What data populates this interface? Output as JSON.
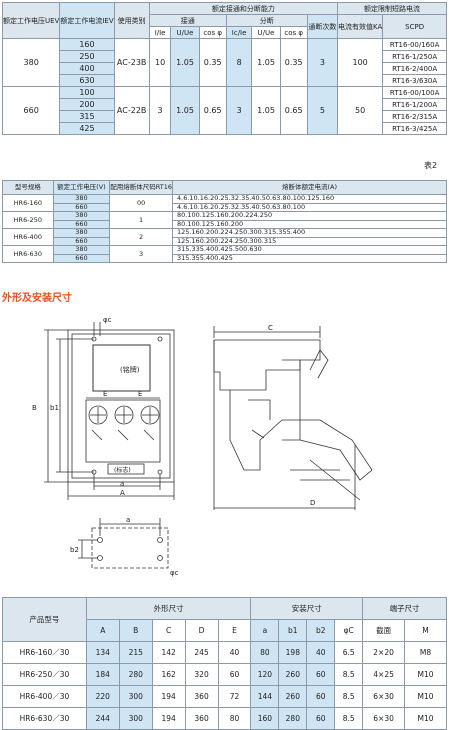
{
  "table1": {
    "h_uev": "额定工作电压UEV",
    "h_iev": "额定工作电流IEV",
    "h_cat": "使用类别",
    "h_make_break": "额定接通和分断能力",
    "h_make": "接通",
    "h_break": "分断",
    "h_ops": "通断次数",
    "h_scpd_group": "额定限制短路电流",
    "h_ka": "电流有效值KA",
    "h_scpd": "SCPD",
    "sub": [
      "I/Ie",
      "U/Ue",
      "cos φ",
      "Ic/Ie",
      "U/Ue",
      "cos φ"
    ],
    "groups": [
      {
        "uev": "380",
        "iev": [
          "160",
          "250",
          "400",
          "630"
        ],
        "cat": "AC-23B",
        "make_i": "10",
        "make_u": "1.05",
        "make_cos": "0.35",
        "brk_i": "8",
        "brk_u": "1.05",
        "brk_cos": "0.35",
        "ops": "3",
        "ka": "100",
        "scpd": [
          "RT16-00/160A",
          "RT16-1/250A",
          "RT16-2/400A",
          "RT16-3/630A"
        ]
      },
      {
        "uev": "660",
        "iev": [
          "100",
          "200",
          "315",
          "425"
        ],
        "cat": "AC-22B",
        "make_i": "3",
        "make_u": "1.05",
        "make_cos": "0.65",
        "brk_i": "3",
        "brk_u": "1.05",
        "brk_cos": "0.65",
        "ops": "5",
        "ka": "50",
        "scpd": [
          "RT16-00/100A",
          "RT16-1/200A",
          "RT16-2/315A",
          "RT16-3/425A"
        ]
      }
    ]
  },
  "table2_caption": "表2",
  "table2": {
    "h_model": "型号规格",
    "h_voltage": "额定工作电压(V)",
    "h_fuse_size": "配用熔断体尺码RT16",
    "h_current": "熔断体额定电流(A)",
    "rows": [
      {
        "model": "HR6-160",
        "volts": [
          "380",
          "660"
        ],
        "size": "00",
        "currents": [
          "4.6.10.16.20.25.32.35.40.50.63.80.100.125.160",
          "4.6.10.16.20.25.32.35.40.50.63.80.100"
        ]
      },
      {
        "model": "HR6-250",
        "volts": [
          "380",
          "660"
        ],
        "size": "1",
        "currents": [
          "80.100.125.160.200.224.250",
          "80.100.125.160.200"
        ]
      },
      {
        "model": "HR6-400",
        "volts": [
          "380",
          "660"
        ],
        "size": "2",
        "currents": [
          "125.160.200.224.250.300.315.355.400",
          "125.160.200.224.250.300.315"
        ]
      },
      {
        "model": "HR6-630",
        "volts": [
          "380",
          "660"
        ],
        "size": "3",
        "currents": [
          "315.335.400.425.500.630",
          "315.355.400.425"
        ]
      }
    ]
  },
  "drawing": {
    "section_title": "外形及安装尺寸",
    "nameplate": "(铭牌)",
    "sign": "(标志)",
    "labels": {
      "phi_c": "φc",
      "A": "A",
      "B": "B",
      "b1": "b1",
      "a": "a",
      "E": "E",
      "C": "C",
      "D": "D",
      "b2": "b2"
    }
  },
  "table3": {
    "h_model": "产品型号",
    "h_outline": "外形尺寸",
    "h_mount": "安装尺寸",
    "h_terminal": "端子尺寸",
    "sub": [
      "A",
      "B",
      "C",
      "D",
      "E",
      "a",
      "b1",
      "b2",
      "φC",
      "截面",
      "M"
    ],
    "rows": [
      {
        "model": "HR6-160／30",
        "vals": [
          "134",
          "215",
          "142",
          "245",
          "40",
          "80",
          "198",
          "40",
          "6.5",
          "2×20",
          "M8"
        ]
      },
      {
        "model": "HR6-250／30",
        "vals": [
          "184",
          "280",
          "162",
          "320",
          "60",
          "120",
          "260",
          "60",
          "8.5",
          "4×25",
          "M10"
        ]
      },
      {
        "model": "HR6-400／30",
        "vals": [
          "220",
          "300",
          "194",
          "360",
          "72",
          "144",
          "260",
          "60",
          "8.5",
          "6×30",
          "M10"
        ]
      },
      {
        "model": "HR6-630／30",
        "vals": [
          "244",
          "300",
          "194",
          "360",
          "80",
          "160",
          "280",
          "60",
          "8.5",
          "6×30",
          "M10"
        ]
      }
    ]
  }
}
